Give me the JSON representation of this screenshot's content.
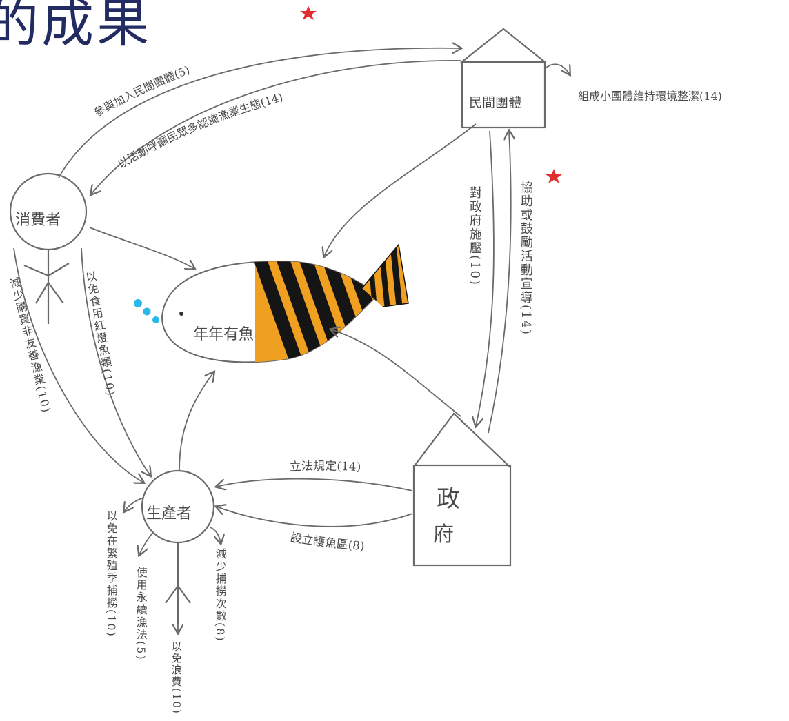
{
  "title": "的成果",
  "nodes": {
    "consumer": "消費者",
    "producer": "生產者",
    "ngo": "民間團體",
    "government_line1": "政",
    "government_line2": "府",
    "fish": "年年有魚"
  },
  "edges": {
    "consumer_to_ngo": "參與加入民間團體(5)",
    "ngo_to_consumer": "以活動呼籲民眾多認識漁業生態(14)",
    "ngo_outside": "組成小團體維持環境整潔(14)",
    "ngo_to_gov": "對政府施壓(10)",
    "gov_to_ngo": "協助或鼓勵活動宣導(14)",
    "gov_to_producer_law": "立法規定(14)",
    "gov_to_producer_reserve": "設立護魚區(8)",
    "consumer_reduce": "減少購買非友善漁業(10)",
    "consumer_avoid": "以免食用紅燈魚類(10)",
    "producer_avoid_breeding": "以免在繁殖季捕撈(10)",
    "producer_sustainable": "使用永續漁法(5)",
    "producer_avoid_waste": "以免浪費(10)",
    "producer_reduce": "減少捕撈次數(8)"
  },
  "colors": {
    "ink": "#6a6a6a",
    "title": "#232b63",
    "fish_orange": "#f0a020",
    "fish_black": "#151515",
    "star": "#e03030",
    "bubble": "#2ab8e8"
  }
}
